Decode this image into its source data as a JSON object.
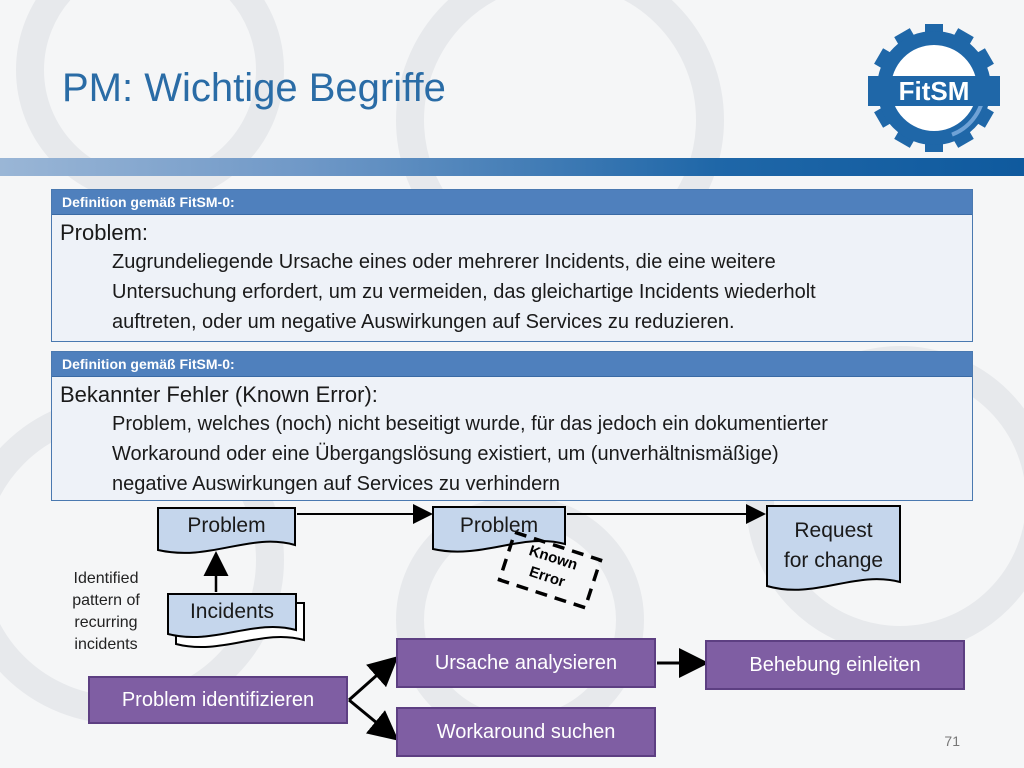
{
  "header": {
    "title": "PM: Wichtige Begriffe",
    "logo_text": "FitSM"
  },
  "definitions": [
    {
      "header": "Definition gemäß FitSM-0:",
      "term": "Problem:",
      "lines": [
        "Zugrundeliegende Ursache eines oder mehrerer Incidents, die eine weitere",
        "Untersuchung erfordert, um zu vermeiden, das gleichartige Incidents wiederholt",
        "auftreten, oder um negative Auswirkungen auf Services zu reduzieren."
      ]
    },
    {
      "header": "Definition gemäß FitSM-0:",
      "term": "Bekannter Fehler (Known Error):",
      "lines": [
        "Problem, welches (noch) nicht beseitigt wurde, für das jedoch ein dokumentierter",
        "Workaround oder eine Übergangslösung existiert, um (unverhältnismäßige)",
        "negative Auswirkungen auf Services zu verhindern"
      ]
    }
  ],
  "diagram": {
    "problem_doc": "Problem",
    "incidents_doc": "Incidents",
    "problem_doc_2": "Problem",
    "known_error_line1": "Known",
    "known_error_line2": "Error",
    "rfc_line1": "Request",
    "rfc_line2": "for change",
    "note_lines": [
      "Identified",
      "pattern of",
      "recurring",
      "incidents"
    ],
    "process_identify": "Problem identifizieren",
    "process_analyze": "Ursache analysieren",
    "process_workaround": "Workaround suchen",
    "process_fix": "Behebung einleiten"
  },
  "colors": {
    "title": "#2a6ca6",
    "definition_header": "#4f80bd",
    "document_fill": "#c5d6ec",
    "process_fill": "#7f5ea3",
    "logo_blue": "#1f67a8"
  },
  "footer": {
    "page_number": "71"
  }
}
